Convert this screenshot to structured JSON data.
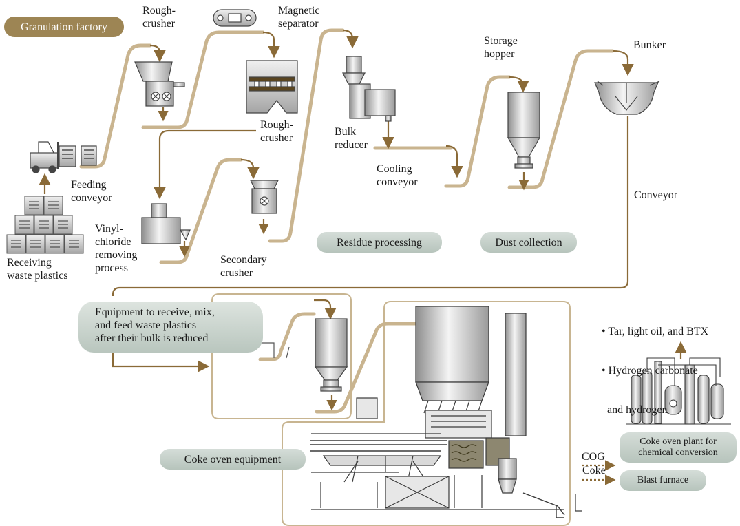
{
  "title": "Granulation factory",
  "sections": {
    "residue": "Residue processing",
    "dust": "Dust collection",
    "coke_oven": "Coke oven equipment",
    "receive_mix": [
      "Equipment to receive, mix,",
      "and feed waste plastics",
      "after their bulk is reduced"
    ]
  },
  "labels": {
    "rough_crusher_1": [
      "Rough-",
      "crusher"
    ],
    "magnetic_separator": [
      "Magnetic",
      "separator"
    ],
    "rough_crusher_2": [
      "Rough-",
      "crusher"
    ],
    "bulk_reducer": [
      "Bulk",
      "reducer"
    ],
    "cooling_conveyor": [
      "Cooling",
      "conveyor"
    ],
    "storage_hopper": [
      "Storage",
      "hopper"
    ],
    "bunker": "Bunker",
    "conveyor": "Conveyor",
    "feeding_conveyor": [
      "Feeding",
      "conveyor"
    ],
    "vinyl_chloride": [
      "Vinyl-",
      "chloride",
      "removing",
      "process"
    ],
    "receiving": [
      "Receiving",
      "waste plastics"
    ],
    "secondary_crusher": [
      "Secondary",
      "crusher"
    ]
  },
  "products": [
    "• Tar, light oil, and BTX",
    "• Hydrogen carbonate",
    "  and hydrogen"
  ],
  "outputs": {
    "cog": "COG",
    "coke": "Coke",
    "coke_plant": [
      "Coke oven plant for",
      "chemical conversion"
    ],
    "blast_furnace": "Blast furnace"
  },
  "colors": {
    "brown": "#8a6a37",
    "tan": "#c9b48f",
    "section_pill": "#9d8554",
    "grey_pill": "#bfcbc3",
    "frame": "#c8b591"
  }
}
